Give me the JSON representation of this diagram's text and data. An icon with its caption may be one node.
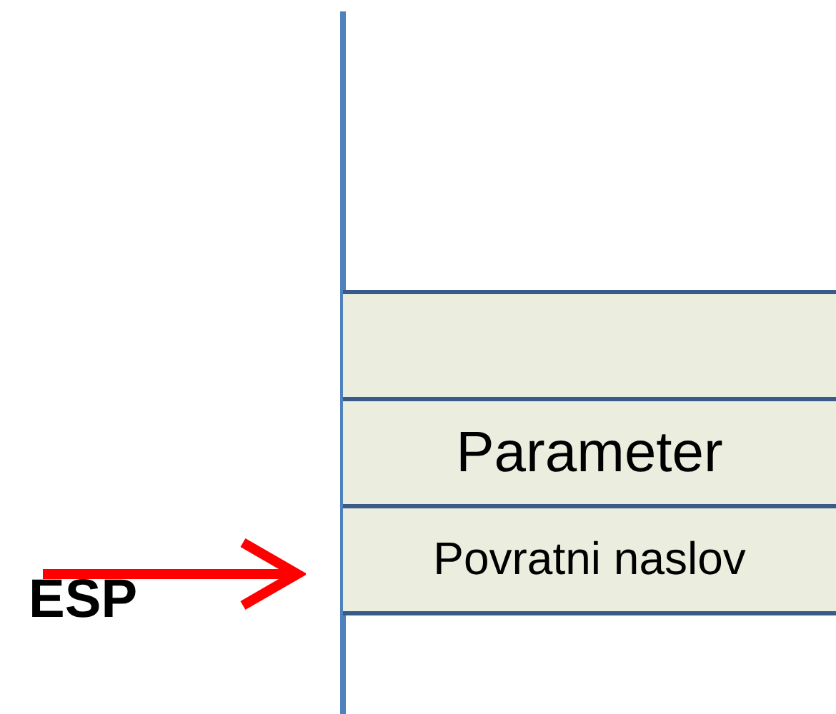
{
  "diagram": {
    "nodes": [
      {
        "text": [],
        "shape": "box"
      },
      {
        "text": [
          "Parameter"
        ]
      },
      {
        "text": [
          "Povratni naslov"
        ]
      },
      {
        "text": [
          "ESP"
        ]
      }
    ],
    "edges": [
      {
        "from": 3,
        "to": 2,
        "arrow": "to"
      }
    ]
  }
}
